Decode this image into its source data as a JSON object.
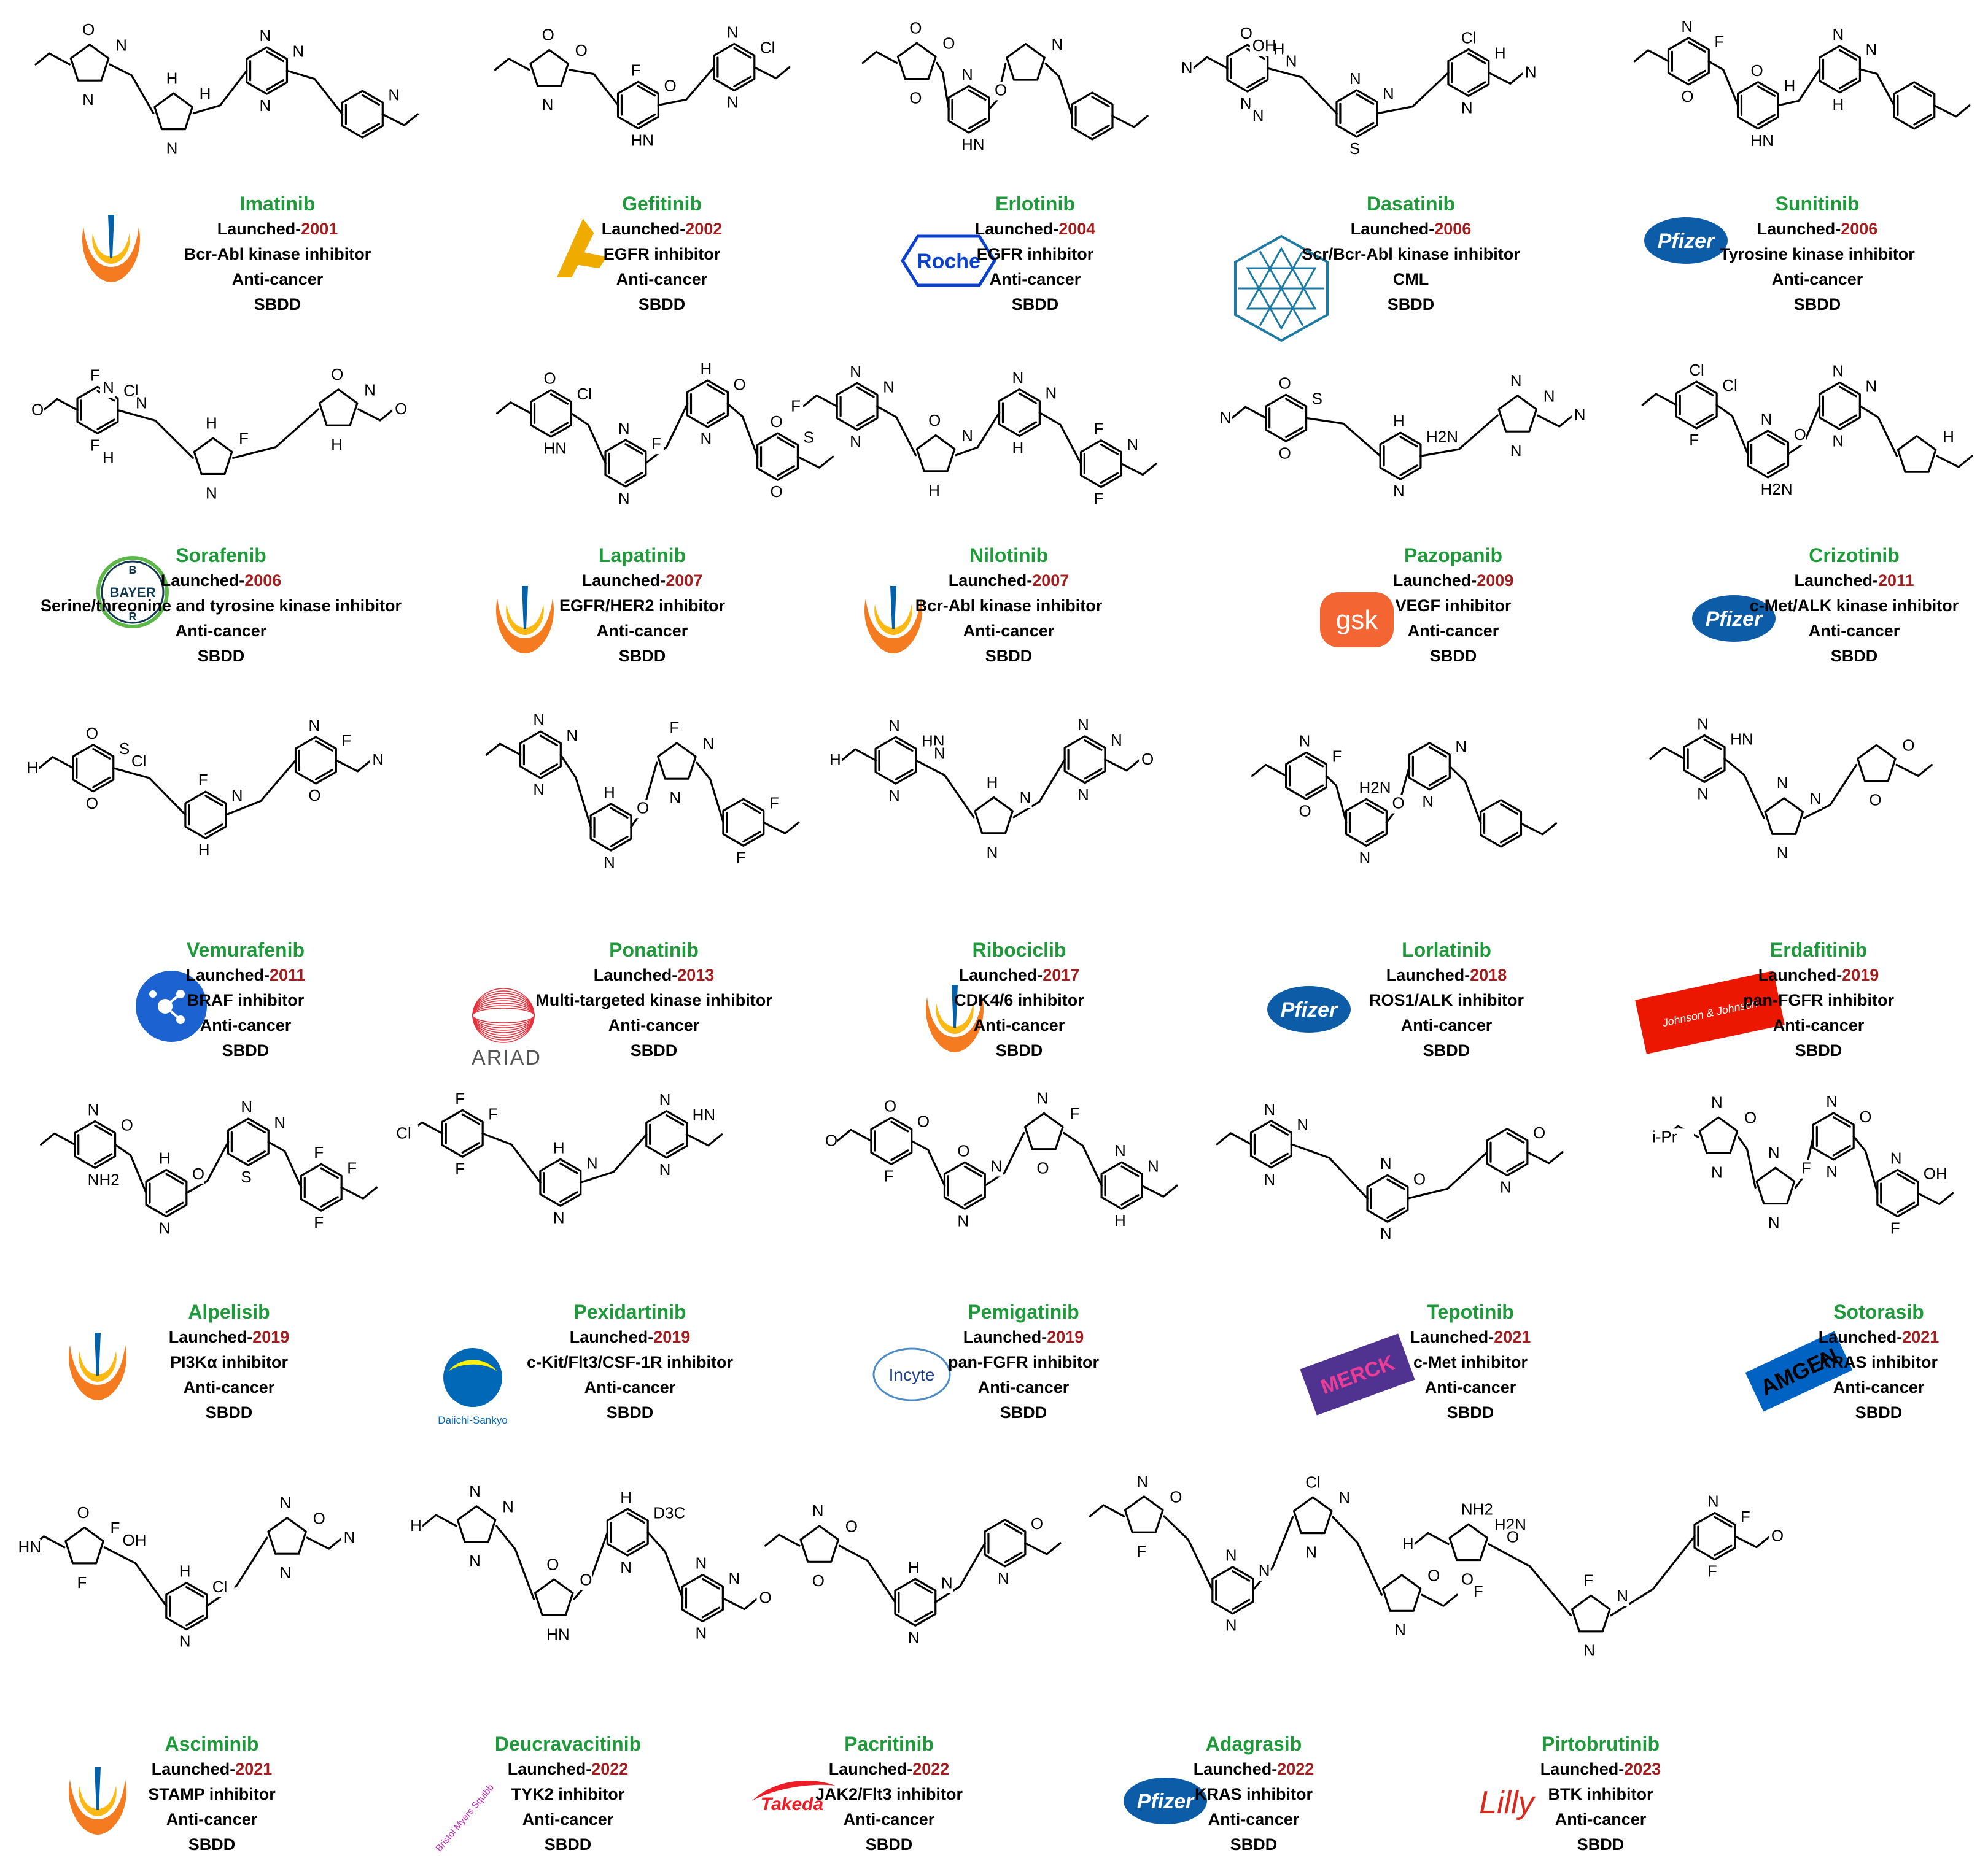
{
  "drugs": [
    {
      "name": "Imatinib",
      "launched": "Launched-",
      "year": "2001",
      "target": "Bcr-Abl kinase inhibitor",
      "indication": "Anti-cancer",
      "method": "SBDD",
      "company_logo": "novartis-logo"
    },
    {
      "name": "Gefitinib",
      "launched": "Launched-",
      "year": "2002",
      "target": "EGFR inhibitor",
      "indication": "Anti-cancer",
      "method": "SBDD",
      "company_logo": "astrazeneca-logo"
    },
    {
      "name": "Erlotinib",
      "launched": "Launched-",
      "year": "2004",
      "target": "EGFR inhibitor",
      "indication": "Anti-cancer",
      "method": "SBDD",
      "company_logo": "roche-logo",
      "logo_text": "Roche"
    },
    {
      "name": "Dasatinib",
      "launched": "Launched-",
      "year": "2006",
      "target": "Scr/Bcr-Abl kinase inhibitor",
      "indication": "CML",
      "method": "SBDD",
      "company_logo": "bms-star-logo"
    },
    {
      "name": "Sunitinib",
      "launched": "Launched-",
      "year": "2006",
      "target": "Tyrosine kinase inhibitor",
      "indication": "Anti-cancer",
      "method": "SBDD",
      "company_logo": "pfizer-logo",
      "logo_text": "Pfizer"
    },
    {
      "name": "Sorafenib",
      "launched": "Launched-",
      "year": "2006",
      "target": "Serine/threonine and tyrosine kinase inhibitor",
      "indication": "Anti-cancer",
      "method": "SBDD",
      "company_logo": "bayer-logo",
      "logo_text": "BAYER"
    },
    {
      "name": "Lapatinib",
      "launched": "Launched-",
      "year": "2007",
      "target": "EGFR/HER2 inhibitor",
      "indication": "Anti-cancer",
      "method": "SBDD",
      "company_logo": "novartis-logo"
    },
    {
      "name": "Nilotinib",
      "launched": "Launched-",
      "year": "2007",
      "target": "Bcr-Abl kinase inhibitor",
      "indication": "Anti-cancer",
      "method": "SBDD",
      "company_logo": "novartis-logo"
    },
    {
      "name": "Pazopanib",
      "launched": "Launched-",
      "year": "2009",
      "target": "VEGF inhibitor",
      "indication": "Anti-cancer",
      "method": "SBDD",
      "company_logo": "gsk-logo",
      "logo_text": "gsk"
    },
    {
      "name": "Crizotinib",
      "launched": "Launched-",
      "year": "2011",
      "target": "c-Met/ALK kinase inhibitor",
      "indication": "Anti-cancer",
      "method": "SBDD",
      "company_logo": "pfizer-logo",
      "logo_text": "Pfizer"
    },
    {
      "name": "Vemurafenib",
      "launched": "Launched-",
      "year": "2011",
      "target": "BRAF inhibitor",
      "indication": "Anti-cancer",
      "method": "SBDD",
      "company_logo": "roche-molecule-logo"
    },
    {
      "name": "Ponatinib",
      "launched": "Launched-",
      "year": "2013",
      "target": "Multi-targeted kinase inhibitor",
      "indication": "Anti-cancer",
      "method": "SBDD",
      "company_logo": "ariad-logo",
      "logo_text": "ARIAD"
    },
    {
      "name": "Ribociclib",
      "launched": "Launched-",
      "year": "2017",
      "target": "CDK4/6 inhibitor",
      "indication": "Anti-cancer",
      "method": "SBDD",
      "company_logo": "novartis-logo"
    },
    {
      "name": "Lorlatinib",
      "launched": "Launched-",
      "year": "2018",
      "target": "ROS1/ALK inhibitor",
      "indication": "Anti-cancer",
      "method": "SBDD",
      "company_logo": "pfizer-logo",
      "logo_text": "Pfizer"
    },
    {
      "name": "Erdafitinib",
      "launched": "Launched-",
      "year": "2019",
      "target": "pan-FGFR  inhibitor",
      "indication": "Anti-cancer",
      "method": "SBDD",
      "company_logo": "johnson-johnson-logo",
      "logo_text": "Johnson & Johnson"
    },
    {
      "name": "Alpelisib",
      "launched": "Launched-",
      "year": "2019",
      "target": "PI3Kα  inhibitor",
      "indication": "Anti-cancer",
      "method": "SBDD",
      "company_logo": "novartis-logo"
    },
    {
      "name": "Pexidartinib",
      "launched": "Launched-",
      "year": "2019",
      "target": "c-Kit/Flt3/CSF-1R inhibitor",
      "indication": "Anti-cancer",
      "method": "SBDD",
      "company_logo": "daiichi-sankyo-logo",
      "logo_text": "Daiichi-Sankyo"
    },
    {
      "name": "Pemigatinib",
      "launched": "Launched-",
      "year": "2019",
      "target": "pan-FGFR inhibitor",
      "indication": "Anti-cancer",
      "method": "SBDD",
      "company_logo": "incyte-logo",
      "logo_text": "Incyte"
    },
    {
      "name": "Tepotinib",
      "launched": "Launched-",
      "year": "2021",
      "target": "c-Met inhibitor",
      "indication": "Anti-cancer",
      "method": "SBDD",
      "company_logo": "merck-logo",
      "logo_text": "MERCK"
    },
    {
      "name": "Sotorasib",
      "launched": "Launched-",
      "year": "2021",
      "target": "KRAS inhibitor",
      "indication": "Anti-cancer",
      "method": "SBDD",
      "company_logo": "amgen-logo",
      "logo_text": "AMGEN"
    },
    {
      "name": "Asciminib",
      "launched": "Launched-",
      "year": "2021",
      "target": "STAMP inhibitor",
      "indication": "Anti-cancer",
      "method": "SBDD",
      "company_logo": "novartis-logo"
    },
    {
      "name": "Deucravacitinib",
      "launched": "Launched-",
      "year": "2022",
      "target": "TYK2 inhibitor",
      "indication": "Anti-cancer",
      "method": "SBDD",
      "company_logo": "bristol-myers-squibb-logo",
      "logo_text": "Bristol Myers Squibb"
    },
    {
      "name": "Pacritinib",
      "launched": "Launched-",
      "year": "2022",
      "target": "JAK2/Flt3 inhibitor",
      "indication": "Anti-cancer",
      "method": "SBDD",
      "company_logo": "takeda-logo",
      "logo_text": "Takeda"
    },
    {
      "name": "Adagrasib",
      "launched": "Launched-",
      "year": "2022",
      "target": "KRAS inhibitor",
      "indication": "Anti-cancer",
      "method": "SBDD",
      "company_logo": "pfizer-logo",
      "logo_text": "Pfizer"
    },
    {
      "name": "Pirtobrutinib",
      "launched": "Launched-",
      "year": "2023",
      "target": "BTK inhibitor",
      "indication": "Anti-cancer",
      "method": "SBDD",
      "company_logo": "lilly-logo",
      "logo_text": "Lilly"
    }
  ],
  "atom_labels": {
    "imatinib": [
      "N",
      "N",
      "O",
      "H",
      "N",
      "H",
      "N",
      "N",
      "N",
      "N"
    ],
    "gefitinib": [
      "O",
      "N",
      "O",
      "O",
      "HN",
      "F",
      "Cl",
      "N",
      "N"
    ],
    "erlotinib": [
      "O",
      "O",
      "O",
      "O",
      "HN",
      "N",
      "N"
    ],
    "dasatinib": [
      "H",
      "N",
      "O",
      "N",
      "S",
      "N",
      "H",
      "N",
      "Cl",
      "N",
      "N",
      "N",
      "N",
      "OH"
    ],
    "sunitinib": [
      "F",
      "O",
      "N",
      "H",
      "HN",
      "O",
      "N",
      "H",
      "N"
    ],
    "sorafenib": [
      "Cl",
      "F",
      "F",
      "F",
      "N",
      "H",
      "N",
      "H",
      "O",
      "O",
      "O",
      "N",
      "H",
      "N"
    ],
    "lapatinib": [
      "Cl",
      "HN",
      "O",
      "F",
      "N",
      "N",
      "O",
      "N",
      "H",
      "S",
      "O",
      "O"
    ],
    "nilotinib": [
      "N",
      "N",
      "N",
      "N",
      "H",
      "O",
      "N",
      "H",
      "N",
      "N",
      "F",
      "F",
      "F"
    ],
    "pazopanib": [
      "S",
      "O",
      "O",
      "H2N",
      "N",
      "H",
      "N",
      "N",
      "N",
      "N",
      "N"
    ],
    "crizotinib": [
      "Cl",
      "F",
      "Cl",
      "O",
      "H2N",
      "N",
      "N",
      "N",
      "N",
      "H"
    ],
    "vemurafenib": [
      "S",
      "O",
      "O",
      "N",
      "H",
      "F",
      "F",
      "O",
      "N",
      "H",
      "N",
      "Cl"
    ],
    "ponatinib": [
      "N",
      "N",
      "N",
      "O",
      "N",
      "H",
      "N",
      "N",
      "F",
      "F",
      "F"
    ],
    "ribociclib": [
      "HN",
      "N",
      "N",
      "N",
      "N",
      "H",
      "N",
      "N",
      "N",
      "H",
      "O",
      "N"
    ],
    "lorlatinib": [
      "F",
      "O",
      "N",
      "O",
      "N",
      "H2N",
      "N",
      "N"
    ],
    "erdafitinib": [
      "HN",
      "N",
      "N",
      "N",
      "N",
      "N",
      "O",
      "O"
    ],
    "alpelisib": [
      "O",
      "NH2",
      "N",
      "O",
      "N",
      "H",
      "N",
      "S",
      "N",
      "F",
      "F",
      "F"
    ],
    "pexidartinib": [
      "F",
      "F",
      "F",
      "N",
      "N",
      "H",
      "HN",
      "N",
      "N",
      "Cl"
    ],
    "pemigatinib": [
      "O",
      "F",
      "O",
      "N",
      "N",
      "O",
      "F",
      "O",
      "N",
      "N",
      "H",
      "N",
      "O"
    ],
    "tepotinib": [
      "N",
      "N",
      "N",
      "O",
      "N",
      "N",
      "O",
      "N"
    ],
    "sotorasib": [
      "O",
      "N",
      "N",
      "F",
      "N",
      "N",
      "O",
      "N",
      "N",
      "OH",
      "F",
      "N",
      "i-Pr"
    ],
    "asciminib": [
      "F",
      "F",
      "O",
      "Cl",
      "N",
      "H",
      "O",
      "N",
      "N",
      "HN",
      "N",
      "OH"
    ],
    "deucravacitinib": [
      "N",
      "N",
      "N",
      "O",
      "HN",
      "O",
      "D3C",
      "N",
      "H",
      "N",
      "N",
      "N",
      "H",
      "O"
    ],
    "pacritinib": [
      "O",
      "O",
      "N",
      "N",
      "N",
      "H",
      "O",
      "N"
    ],
    "adagrasib": [
      "O",
      "F",
      "N",
      "N",
      "N",
      "N",
      "N",
      "N",
      "Cl",
      "O",
      "N"
    ],
    "pirtobrutinib": [
      "H2N",
      "O",
      "NH2",
      "N",
      "N",
      "F",
      "F",
      "F",
      "N",
      "H",
      "O",
      "O",
      "F"
    ]
  }
}
